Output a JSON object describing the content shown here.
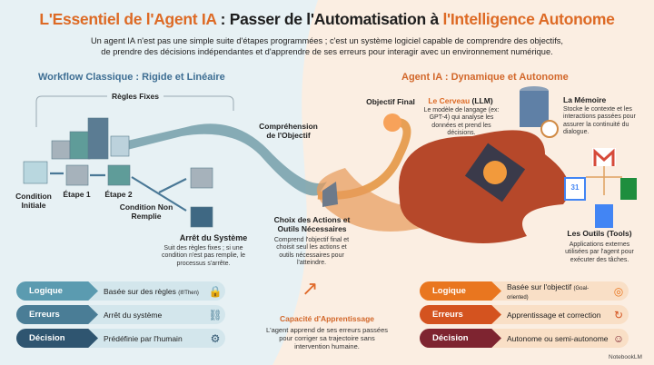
{
  "header": {
    "title_part1": "L'Essentiel de l'Agent IA",
    "title_part2": " : Passer de l'Automatisation à ",
    "title_part3": "l'Intelligence Autonome",
    "subtitle_line1": "Un agent IA n'est pas une simple suite d'étapes programmées ; c'est un système logiciel capable de comprendre des objectifs,",
    "subtitle_line2": "de prendre des décisions indépendantes et d'apprendre de ses erreurs pour interagir avec un environnement numérique."
  },
  "left": {
    "heading": "Workflow Classique : Rigide et Linéaire",
    "rules": "Règles Fixes",
    "condition_initiale": "Condition Initiale",
    "etape1": "Étape 1",
    "etape2": "Étape 2",
    "condition_non_remplie": "Condition Non Remplie",
    "arret_title": "Arrêt du Système",
    "arret_desc": "Suit des règles fixes ; si une condition n'est pas remplie, le processus s'arrête."
  },
  "right": {
    "heading": "Agent IA : Dynamique et Autonome",
    "comprehension": "Compréhension de l'Objectif",
    "objectif_final": "Objectif Final",
    "cerveau_title": "Le Cerveau",
    "cerveau_suffix": " (LLM)",
    "cerveau_desc": "Le modèle de langage (ex: GPT-4) qui analyse les données et prend les décisions.",
    "memoire_title": "La Mémoire",
    "memoire_desc": "Stocke le contexte et les interactions passées pour assurer la continuité du dialogue.",
    "choix_title": "Choix des Actions et Outils Nécessaires",
    "choix_desc": "Comprend l'objectif final et choisit seul les actions et outils nécessaires pour l'atteindre.",
    "outils_title": "Les Outils (Tools)",
    "outils_desc": "Applications externes utilisées par l'agent pour exécuter des tâches.",
    "calendar_day": "31"
  },
  "comparison_left": [
    {
      "label": "Logique",
      "value": "Basée sur des règles",
      "note": "(If/Then)",
      "icon": "lock-icon",
      "color": "#5b9bb0"
    },
    {
      "label": "Erreurs",
      "value": "Arrêt du système",
      "note": "",
      "icon": "broken-link-icon",
      "color": "#4a7d96"
    },
    {
      "label": "Décision",
      "value": "Prédéfinie par l'humain",
      "note": "",
      "icon": "user-gear-icon",
      "color": "#2f5570"
    }
  ],
  "comparison_right": [
    {
      "label": "Logique",
      "value": "Basée sur l'objectif",
      "note": "(Goal-oriented)",
      "icon": "target-icon",
      "color": "#e9761f"
    },
    {
      "label": "Erreurs",
      "value": "Apprentissage et correction",
      "note": "",
      "icon": "refresh-check-icon",
      "color": "#d4531f"
    },
    {
      "label": "Décision",
      "value": "Autonome ou semi-autonome",
      "note": "",
      "icon": "brain-head-icon",
      "color": "#7e2430"
    }
  ],
  "learning": {
    "title": "Capacité d'Apprentissage",
    "desc": "L'agent apprend de ses erreurs passées pour corriger sa trajectoire sans intervention humaine."
  },
  "footer": {
    "brand": "NotebookLM"
  }
}
